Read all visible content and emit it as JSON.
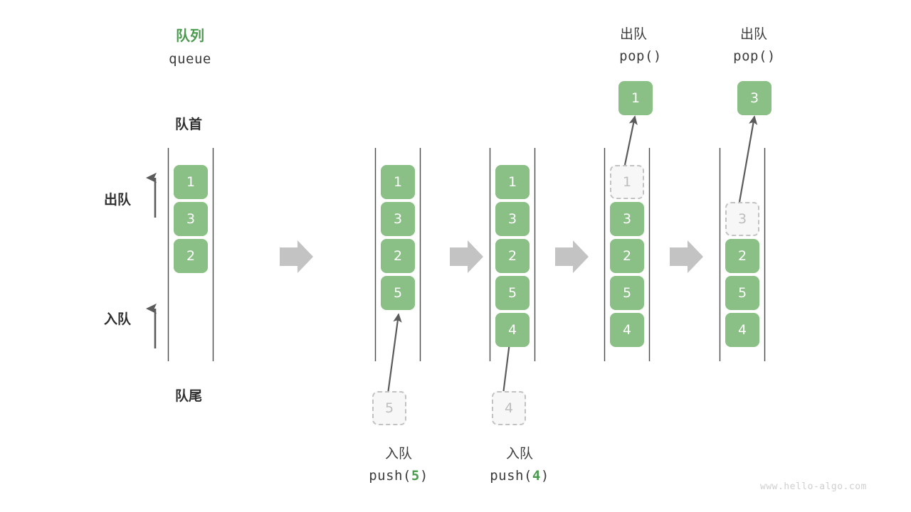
{
  "diagram": {
    "title_cn": "队列",
    "title_en": "queue",
    "front_label": "队首",
    "rear_label": "队尾",
    "pop_side_label": "出队",
    "push_side_label": "入队",
    "watermark": "www.hello-algo.com",
    "accent_green": "#4A9B4E",
    "box_green": "#8ABF85",
    "ghost_gray": "#bdbdbd",
    "arrow_gray": "#c3c3c3",
    "line_gray": "#5b5b5b"
  },
  "columns": [
    {
      "id": "initial",
      "cells": [
        {
          "value": "1",
          "state": "filled"
        },
        {
          "value": "3",
          "state": "filled"
        },
        {
          "value": "2",
          "state": "filled"
        }
      ],
      "op_title_cn": "",
      "op_call": "",
      "op_arg": "",
      "detached": null
    },
    {
      "id": "push-5",
      "cells": [
        {
          "value": "1",
          "state": "filled"
        },
        {
          "value": "3",
          "state": "filled"
        },
        {
          "value": "2",
          "state": "filled"
        },
        {
          "value": "5",
          "state": "filled"
        }
      ],
      "op_title_cn": "入队",
      "op_call_prefix": "push(",
      "op_arg": "5",
      "op_call_suffix": ")",
      "detached": {
        "value": "5",
        "state": "ghost",
        "position": "bottom"
      }
    },
    {
      "id": "push-4",
      "cells": [
        {
          "value": "1",
          "state": "filled"
        },
        {
          "value": "3",
          "state": "filled"
        },
        {
          "value": "2",
          "state": "filled"
        },
        {
          "value": "5",
          "state": "filled"
        },
        {
          "value": "4",
          "state": "filled"
        }
      ],
      "op_title_cn": "入队",
      "op_call_prefix": "push(",
      "op_arg": "4",
      "op_call_suffix": ")",
      "detached": {
        "value": "4",
        "state": "ghost",
        "position": "bottom"
      }
    },
    {
      "id": "pop-1",
      "cells": [
        {
          "value": "1",
          "state": "ghost"
        },
        {
          "value": "3",
          "state": "filled"
        },
        {
          "value": "2",
          "state": "filled"
        },
        {
          "value": "5",
          "state": "filled"
        },
        {
          "value": "4",
          "state": "filled"
        }
      ],
      "op_title_cn": "出队",
      "op_call_prefix": "pop(",
      "op_arg": "",
      "op_call_suffix": ")",
      "detached": {
        "value": "1",
        "state": "filled",
        "position": "top"
      }
    },
    {
      "id": "pop-3",
      "cells": [
        {
          "value": "3",
          "state": "ghost"
        },
        {
          "value": "2",
          "state": "filled"
        },
        {
          "value": "5",
          "state": "filled"
        },
        {
          "value": "4",
          "state": "filled"
        }
      ],
      "op_title_cn": "出队",
      "op_call_prefix": "pop(",
      "op_arg": "",
      "op_call_suffix": ")",
      "detached": {
        "value": "3",
        "state": "filled",
        "position": "top"
      }
    }
  ]
}
